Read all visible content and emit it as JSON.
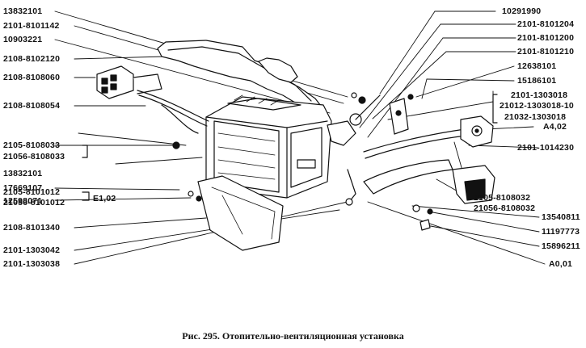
{
  "caption": "Рис. 295. Отопительно-вентиляционная установка",
  "left_labels": [
    "13832101",
    "2101-8101142",
    "10903221",
    "2108-8102120",
    "2108-8108060",
    "2108-8108054",
    "2105-8108033",
    "21056-8108033",
    "13832101",
    "2105-8101012",
    "21056-8101012",
    "E1,02",
    "17669107",
    "12598071",
    "2108-8101340",
    "2101-1303042",
    "2101-1303038"
  ],
  "right_labels": [
    "10291990",
    "2101-8101204",
    "2101-8101200",
    "2101-8101210",
    "12638101",
    "15186101",
    "2101-1303018",
    "21012-1303018-10",
    "21032-1303018",
    "A4,02",
    "2101-1014230",
    "2105-8108032",
    "21056-8108032",
    "13540811",
    "11197773",
    "15896211",
    "A0,01"
  ]
}
